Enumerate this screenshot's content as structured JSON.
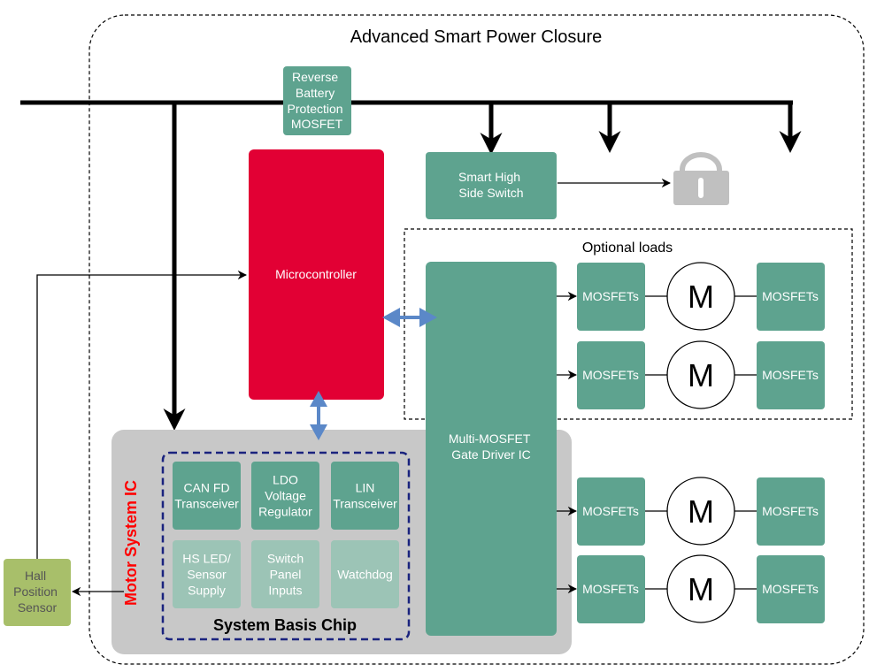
{
  "title": "Advanced Smart Power Closure",
  "colors": {
    "green": "#5ea38f",
    "light_green": "#9cc4b6",
    "red": "#e20034",
    "gray_block": "#c8c8c8",
    "olive": "#a8bf6a",
    "blue_arrow": "#5b88c8",
    "navy_dash": "#1a237e",
    "lock_gray": "#c0c0c0"
  },
  "blocks": {
    "reverse_battery": [
      "Reverse",
      "Battery",
      "Protection",
      "MOSFET"
    ],
    "microcontroller": "Microcontroller",
    "smart_high_side": [
      "Smart High",
      "Side Switch"
    ],
    "gate_driver": [
      "Multi-MOSFET",
      "Gate Driver IC"
    ],
    "hall_sensor": [
      "Hall",
      "Position",
      "Sensor"
    ],
    "motor_system_ic": "Motor System IC",
    "system_basis_chip": "System Basis Chip",
    "optional_loads": "Optional loads"
  },
  "sbc_cells": [
    {
      "lines": [
        "CAN FD",
        "Transceiver"
      ],
      "style": "dark"
    },
    {
      "lines": [
        "LDO",
        "Voltage",
        "Regulator"
      ],
      "style": "dark"
    },
    {
      "lines": [
        "LIN",
        "Transceiver"
      ],
      "style": "dark"
    },
    {
      "lines": [
        "HS LED/",
        "Sensor",
        "Supply"
      ],
      "style": "light"
    },
    {
      "lines": [
        "Switch",
        "Panel",
        "Inputs"
      ],
      "style": "light"
    },
    {
      "lines": [
        "Watchdog"
      ],
      "style": "light"
    }
  ],
  "motor_rows": [
    {
      "left": "MOSFETs",
      "motor": "M",
      "right": "MOSFETs",
      "optional": true
    },
    {
      "left": "MOSFETs",
      "motor": "M",
      "right": "MOSFETs",
      "optional": true
    },
    {
      "left": "MOSFETs",
      "motor": "M",
      "right": "MOSFETs",
      "optional": false
    },
    {
      "left": "MOSFETs",
      "motor": "M",
      "right": "MOSFETs",
      "optional": false
    }
  ],
  "icons": {
    "load": "lock-icon"
  }
}
